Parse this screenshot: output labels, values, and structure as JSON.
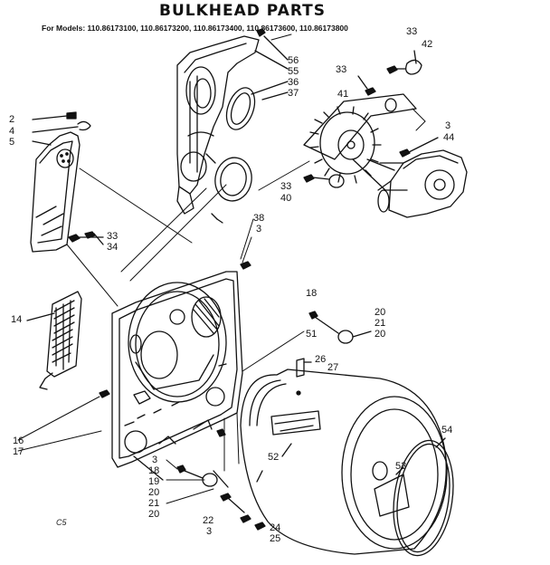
{
  "title": "BULKHEAD PARTS",
  "models_line": "For Models: 110.86173100, 110.86173200, 110.86173400, 110.86173600, 110.86173800",
  "corner_code": "C5",
  "callouts": {
    "c2": "2",
    "c4": "4",
    "c5": "5",
    "c14": "14",
    "c16": "16",
    "c17": "17",
    "c56": "56",
    "c55": "55",
    "c36": "36",
    "c37": "37",
    "c33a": "33",
    "c42": "42",
    "c33b": "33",
    "c41": "41",
    "c3a": "3",
    "c44": "44",
    "c33c": "33",
    "c40": "40",
    "c38": "38",
    "c3b": "3",
    "c33d": "33",
    "c34": "34",
    "c18a": "18",
    "c51": "51",
    "c20a": "20",
    "c21a": "21",
    "c20b": "20",
    "c26": "26",
    "c27": "27",
    "c52": "52",
    "c54": "54",
    "c53": "53",
    "c3c": "3",
    "c18b": "18",
    "c19": "19",
    "c20c": "20",
    "c21b": "21",
    "c20d": "20",
    "c22": "22",
    "c3d": "3",
    "c24": "24",
    "c25": "25"
  }
}
